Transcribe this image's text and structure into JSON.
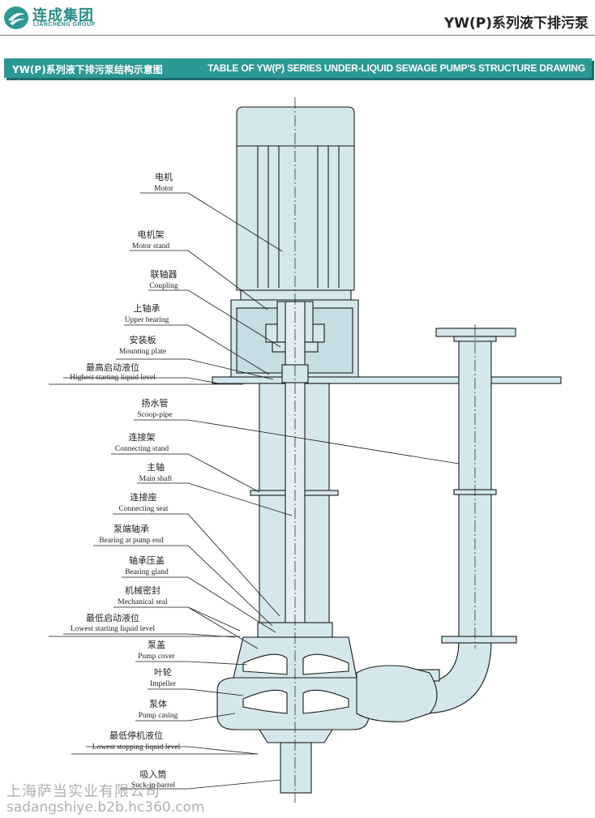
{
  "header": {
    "logo_name": "连成集团",
    "logo_sub": "LIANCHENG GROUP",
    "page_heading": "YW(P)系列液下排污泵"
  },
  "banner": {
    "title_cn": "YW(P)系列液下排污泵结构示意图",
    "title_en": "TABLE OF YW(P) SERIES UNDER-LIQUID SEWAGE PUMP'S STRUCTURE DRAWING"
  },
  "colors": {
    "brand_teal": "#2c9894",
    "part_fill": "#d4e7ec",
    "part_stroke": "#1a1a1a"
  },
  "parts": [
    {
      "cn": "电机",
      "en": "Motor"
    },
    {
      "cn": "电机架",
      "en": "Motor stand"
    },
    {
      "cn": "联轴器",
      "en": "Coupling"
    },
    {
      "cn": "上轴承",
      "en": "Upper bearing"
    },
    {
      "cn": "安装板",
      "en": "Mounting plate"
    },
    {
      "cn": "最高启动液位",
      "en": "Highest starting liquid level"
    },
    {
      "cn": "扬水管",
      "en": "Scoop-pipe"
    },
    {
      "cn": "连接架",
      "en": "Connecting stand"
    },
    {
      "cn": "主轴",
      "en": "Main shaft"
    },
    {
      "cn": "连接座",
      "en": "Connecting seat"
    },
    {
      "cn": "泵端轴承",
      "en": "Bearing at pump end"
    },
    {
      "cn": "轴承压盖",
      "en": "Bearing gland"
    },
    {
      "cn": "机械密封",
      "en": "Mechanical seal"
    },
    {
      "cn": "最低启动液位",
      "en": "Lowest starting liquid level"
    },
    {
      "cn": "泵盖",
      "en": "Pump cover"
    },
    {
      "cn": "叶轮",
      "en": "Impeller"
    },
    {
      "cn": "泵体",
      "en": "Pump casing"
    },
    {
      "cn": "最低停机液位",
      "en": "Lowest stopping liquid level"
    },
    {
      "cn": "吸入筒",
      "en": "Suck-in barrel"
    }
  ],
  "watermark": {
    "company": "上海萨当实业有限公司",
    "url": "sadangshiye.b2b.hc360.com"
  }
}
